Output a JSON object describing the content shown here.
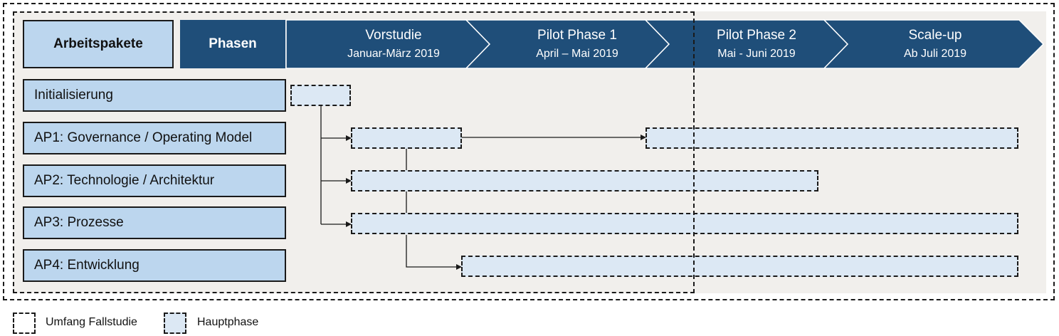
{
  "header": {
    "arbeitspakete": "Arbeitspakete",
    "phasen": "Phasen"
  },
  "phases": [
    {
      "name": "Vorstudie",
      "dates": "Januar-März 2019"
    },
    {
      "name": "Pilot Phase 1",
      "dates": "April – Mai 2019"
    },
    {
      "name": "Pilot Phase 2",
      "dates": "Mai - Juni 2019"
    },
    {
      "name": "Scale-up",
      "dates": "Ab Juli 2019"
    }
  ],
  "work_packages": [
    {
      "label": "Initialisierung"
    },
    {
      "label": "AP1: Governance / Operating Model"
    },
    {
      "label": "AP2: Technologie / Architektur"
    },
    {
      "label": "AP3: Prozesse"
    },
    {
      "label": "AP4: Entwicklung"
    }
  ],
  "legend": {
    "scope": "Umfang Fallstudie",
    "main_phase": "Hauptphase"
  },
  "colors": {
    "phase_header": "#1f4e79",
    "work_package_fill": "#bcd6ee",
    "bar_fill": "#dce8f4",
    "panel_background": "#f1efec"
  }
}
